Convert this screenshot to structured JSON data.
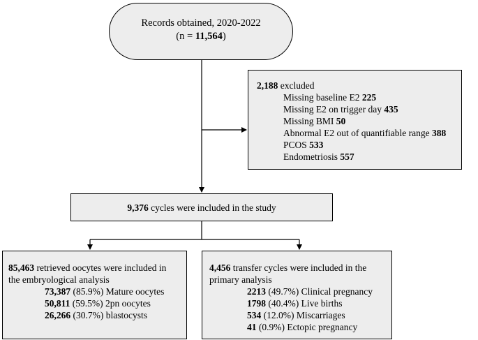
{
  "start": {
    "line1": "Records obtained, 2020-2022",
    "n_prefix": "(n = ",
    "n_value": "11,564",
    "n_suffix": ")"
  },
  "excluded": {
    "count": "2,188",
    "label": " excluded",
    "items": [
      {
        "text": "Missing baseline E2 ",
        "value": "225"
      },
      {
        "text": "Missing E2 on trigger day ",
        "value": "435"
      },
      {
        "text": "Missing BMI ",
        "value": "50"
      },
      {
        "text": "Abnormal E2 out of quantifiable range ",
        "value": "388"
      },
      {
        "text": "PCOS ",
        "value": "533"
      },
      {
        "text": "Endometriosis ",
        "value": "557"
      }
    ]
  },
  "included": {
    "count": "9,376",
    "label": " cycles were included in the study"
  },
  "embryo": {
    "count": "85,463",
    "label_line1": " retrieved oocytes were included in",
    "label_line2": "the embryological analysis",
    "items": [
      {
        "value": "73,387",
        "text": " (85.9%) Mature oocytes"
      },
      {
        "value": "50,811",
        "text": " (59.5%) 2pn oocytes"
      },
      {
        "value": "26,266",
        "text": " (30.7%) blastocysts"
      }
    ]
  },
  "transfer": {
    "count": "4,456",
    "label_line1": " transfer cycles were included in the",
    "label_line2": "primary analysis",
    "items": [
      {
        "value": "2213",
        "text": " (49.7%) Clinical pregnancy"
      },
      {
        "value": "1798",
        "text": " (40.4%) Live births"
      },
      {
        "value": "534",
        "text": " (12.0%) Miscarriages"
      },
      {
        "value": "41",
        "text": " (0.9%) Ectopic pregnancy"
      }
    ]
  }
}
